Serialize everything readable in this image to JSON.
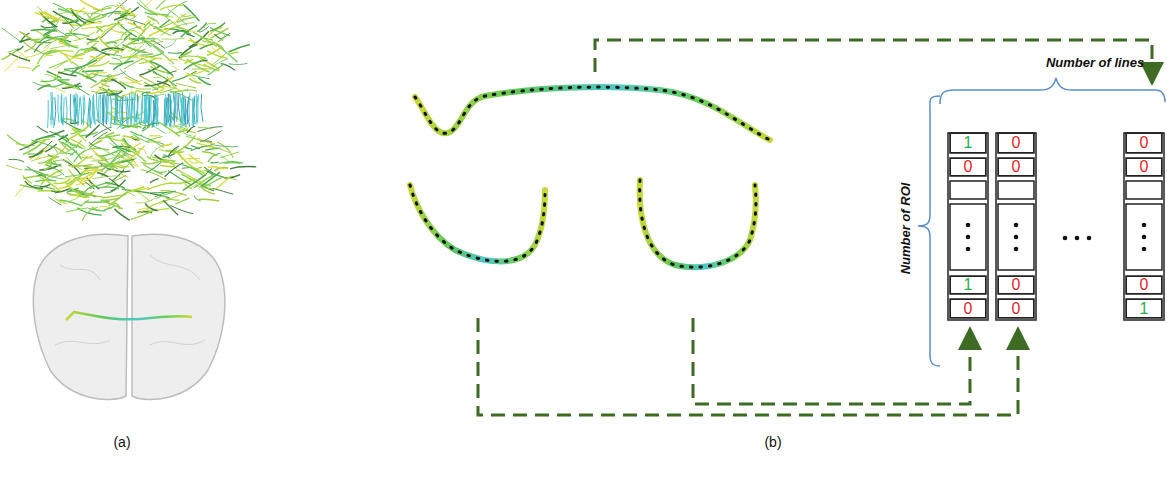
{
  "diagram": {
    "nodes": [
      {
        "text": [
          "1"
        ]
      },
      {
        "text": [
          "0"
        ]
      },
      {
        "text": [
          "1"
        ]
      },
      {
        "text": [
          "0"
        ]
      },
      {
        "text": [
          "0"
        ]
      },
      {
        "text": [
          "0"
        ]
      },
      {
        "text": [
          "0"
        ]
      },
      {
        "text": [
          "0"
        ]
      },
      {
        "text": [
          "0"
        ]
      },
      {
        "text": [
          "0"
        ]
      },
      {
        "text": [
          "0"
        ]
      },
      {
        "text": [
          "1"
        ]
      }
    ],
    "labels": [
      "(a)",
      "(b)",
      "Number of lines",
      "Number of ROI"
    ]
  }
}
